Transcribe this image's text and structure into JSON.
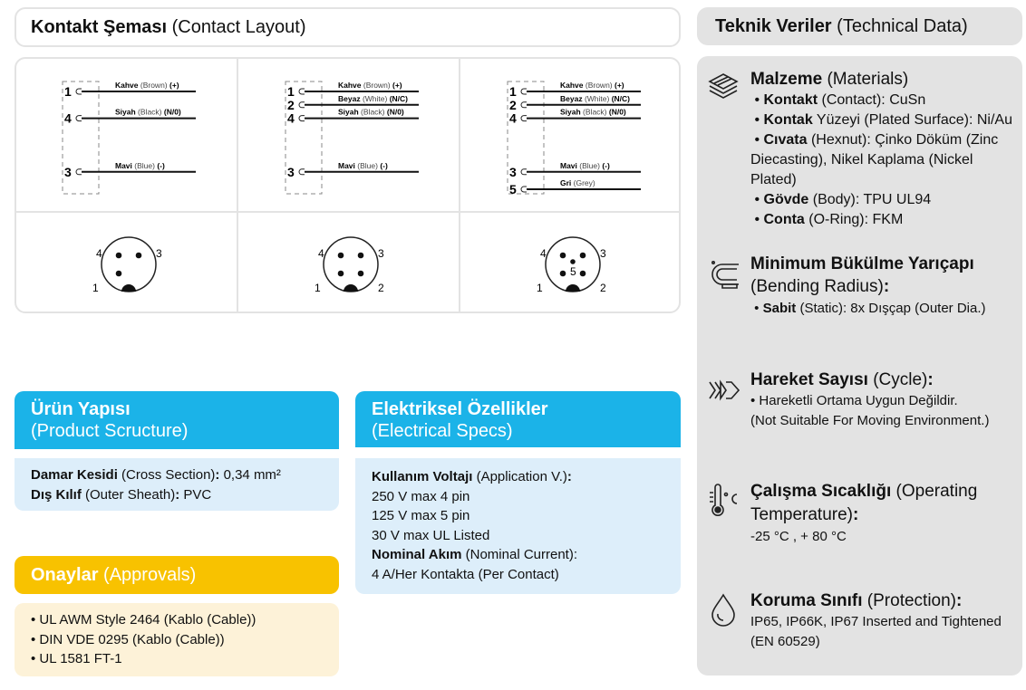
{
  "contact": {
    "title_bold": "Kontakt Şeması",
    "title_light": "(Contact Layout)",
    "diagrams": [
      {
        "wires": [
          {
            "pin": "1",
            "name": "Kahve",
            "color": "(Brown)",
            "code": "(+)",
            "row": 0
          },
          {
            "pin": "4",
            "name": "Siyah",
            "color": "(Black)",
            "code": "(N/0)",
            "row": 2
          },
          {
            "pin": "3",
            "name": "Mavi",
            "color": "(Blue)",
            "code": "(-)",
            "row": 6
          }
        ],
        "connector": {
          "pins": [
            "4",
            "3",
            "1"
          ],
          "has_center": false
        }
      },
      {
        "wires": [
          {
            "pin": "1",
            "name": "Kahve",
            "color": "(Brown)",
            "code": "(+)",
            "row": 0
          },
          {
            "pin": "2",
            "name": "Beyaz",
            "color": "(White)",
            "code": "(N/C)",
            "row": 1
          },
          {
            "pin": "4",
            "name": "Siyah",
            "color": "(Black)",
            "code": "(N/0)",
            "row": 2
          },
          {
            "pin": "3",
            "name": "Mavi",
            "color": "(Blue)",
            "code": "(-)",
            "row": 6
          }
        ],
        "connector": {
          "pins": [
            "4",
            "3",
            "1",
            "2"
          ],
          "has_center": false
        }
      },
      {
        "wires": [
          {
            "pin": "1",
            "name": "Kahve",
            "color": "(Brown)",
            "code": "(+)",
            "row": 0
          },
          {
            "pin": "2",
            "name": "Beyaz",
            "color": "(White)",
            "code": "(N/C)",
            "row": 1
          },
          {
            "pin": "4",
            "name": "Siyah",
            "color": "(Black)",
            "code": "(N/0)",
            "row": 2
          },
          {
            "pin": "3",
            "name": "Mavi",
            "color": "(Blue)",
            "code": "(-)",
            "row": 6
          },
          {
            "pin": "5",
            "name": "Gri",
            "color": "(Grey)",
            "code": "",
            "row": 7.3
          }
        ],
        "connector": {
          "pins": [
            "4",
            "3",
            "1",
            "2"
          ],
          "has_center": true,
          "center": "5"
        }
      }
    ]
  },
  "product": {
    "title": "Ürün Yapısı",
    "subtitle": "(Product Scructure)",
    "l1_b": "Damar Kesidi",
    "l1": " (Cross Section)",
    "l1_c": ": ",
    "l1_v": "0,34 mm²",
    "l2_b": "Dış Kılıf",
    "l2": " (Outer Sheath)",
    "l2_c": ": ",
    "l2_v": "PVC"
  },
  "electrical": {
    "title": "Elektriksel Özellikler",
    "subtitle": "(Electrical Specs)",
    "v_b": "Kullanım Voltajı",
    "v": " (Application V.)",
    "v_c": ":",
    "lines": [
      "250 V max 4 pin",
      "125 V max 5 pin",
      "30 V max UL Listed"
    ],
    "c_b": "Nominal Akım",
    "c": " (Nominal Current):",
    "c_v": "4 A/Her Kontakta (Per Contact)"
  },
  "approvals": {
    "title": "Onaylar",
    "subtitle": "(Approvals)",
    "items": [
      "• UL AWM Style 2464 (Kablo (Cable))",
      "• DIN VDE 0295 (Kablo (Cable))",
      "• UL 1581 FT-1"
    ]
  },
  "tech": {
    "title_bold": "Teknik Veriler",
    "title_light": "(Technical Data)",
    "materials": {
      "title": "Malzeme",
      "sub": "(Materials)",
      "i1b": "Kontakt",
      "i1": " (Contact): CuSn",
      "i2b": "Kontak",
      "i2": " Yüzeyi (Plated Surface): Ni/Au",
      "i3b": "Cıvata",
      "i3": " (Hexnut): Çinko Döküm (Zinc Diecasting), Nikel Kaplama (Nickel Plated)",
      "i4b": "Gövde",
      "i4": " (Body): TPU UL94",
      "i5b": "Conta",
      "i5": " (O-Ring): FKM"
    },
    "bending": {
      "title": "Minimum Bükülme Yarıçapı",
      "sub": "(Bending Radius)",
      "colon": ":",
      "ib": "Sabit",
      "i": " (Static): 8x Dışçap (Outer Dia.)"
    },
    "cycle": {
      "title": "Hareket Sayısı",
      "sub": " (Cycle)",
      "colon": ":",
      "l1": "• Hareketli Ortama Uygun Değildir.",
      "l2": "(Not Suitable For Moving Environment.)"
    },
    "temp": {
      "title": "Çalışma Sıcaklığı",
      "sub": " (Operating Temperature)",
      "colon": ":",
      "v": "-25 °C , + 80 °C"
    },
    "protection": {
      "title": "Koruma Sınıfı",
      "sub": " (Protection)",
      "colon": ":",
      "v": "IP65, IP66K, IP67 Inserted and Tightened (EN 60529)"
    }
  },
  "colors": {
    "blue": "#1bb3e8",
    "blue_light": "#ddeefa",
    "yellow": "#f8c200",
    "yellow_light": "#fdf2d8",
    "grey": "#e3e3e3"
  }
}
